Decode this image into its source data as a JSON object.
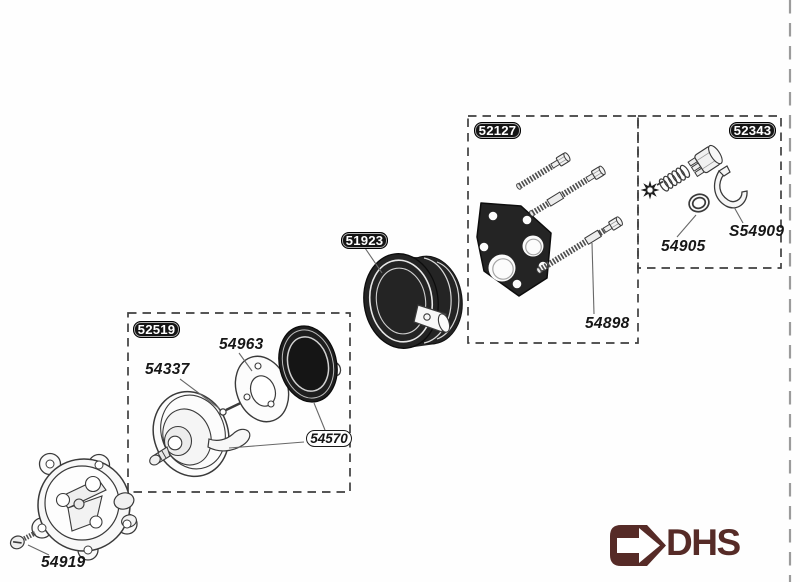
{
  "diagram_type": "exploded-parts-diagram",
  "assemblies": [
    {
      "badge": "52519",
      "parts": [
        "54337",
        "54963",
        "54570"
      ]
    },
    {
      "badge": "51923",
      "parts": []
    },
    {
      "badge": "52127",
      "parts": [
        "54898"
      ]
    },
    {
      "badge": "52343",
      "parts": [
        "54905",
        "S54909"
      ]
    }
  ],
  "loose": {
    "part": "54919"
  },
  "logo": {
    "text": "DHS",
    "color": "#562b27"
  },
  "colors": {
    "line": "#3a3a3a",
    "dark_fill": "#222222",
    "badge_bg": "#141414",
    "badge_text": "#ffffff",
    "page_edge_dash": "#9b9b9b"
  }
}
